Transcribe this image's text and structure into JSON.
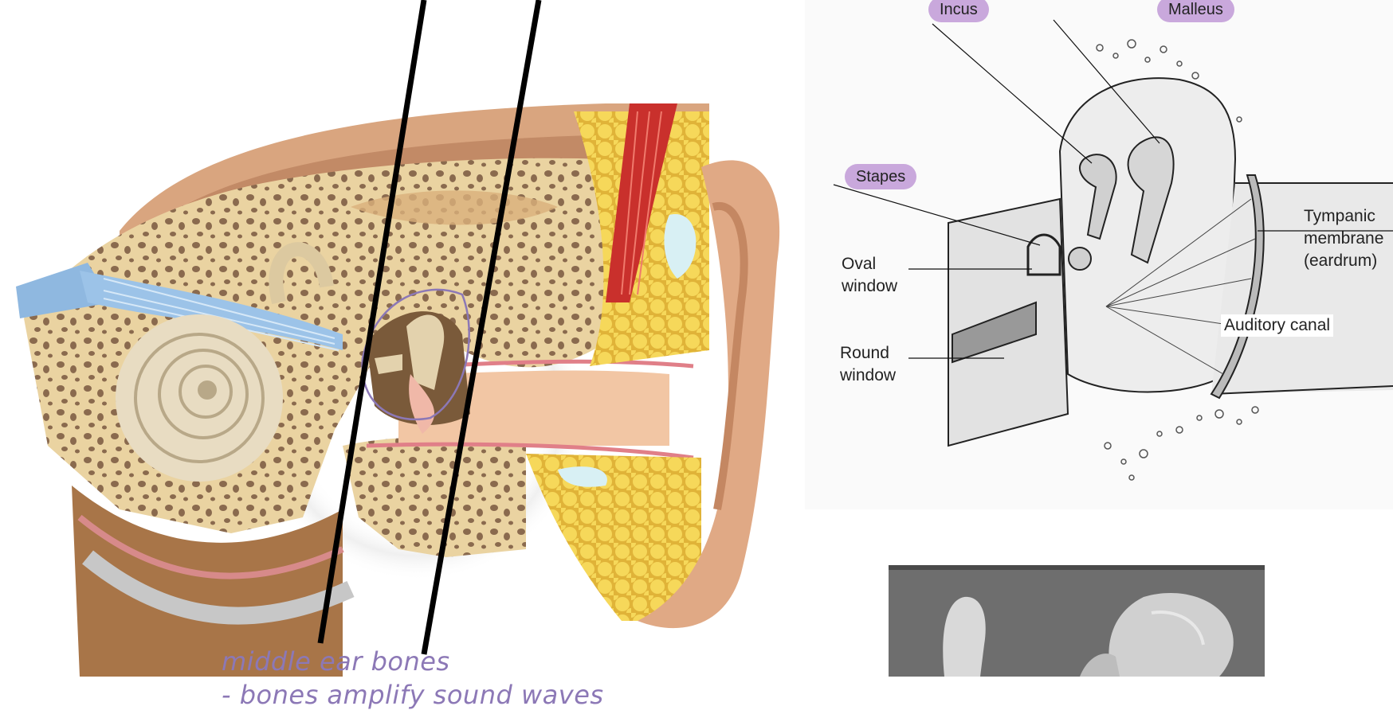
{
  "annotation": {
    "line1": "middle ear bones",
    "line2": "- bones amplify sound waves"
  },
  "schematic": {
    "labels": {
      "incus": "Incus",
      "malleus": "Malleus",
      "stapes": "Stapes",
      "oval_window": "Oval\nwindow",
      "round_window": "Round\nwindow",
      "tympanic": "Tympanic\nmembrane\n(eardrum)",
      "auditory_canal": "Auditory canal"
    }
  },
  "colors": {
    "pill": "#c9a8dc",
    "handwriting": "#8c78b6",
    "bone": "#e6cc97",
    "bone_pore": "#8a6a4e",
    "skin": "#dca27a",
    "fat": "#f3d24e",
    "muscle": "#c9302c",
    "nerve": "#8fb8e0"
  }
}
